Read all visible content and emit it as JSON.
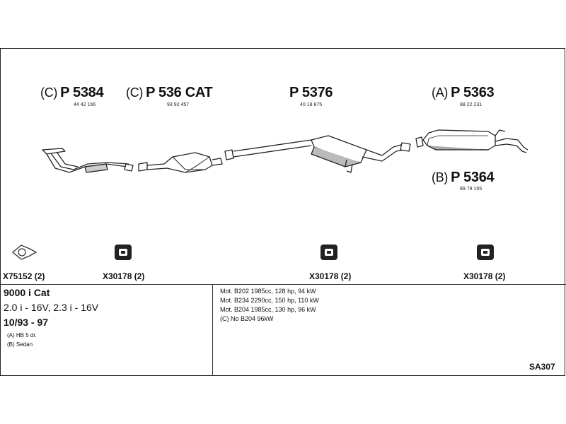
{
  "parts": {
    "downpipe": {
      "prefix": "(C)",
      "code": "P 5384",
      "number": "44 42 166"
    },
    "catalyst": {
      "prefix": "(C)",
      "code": "P 536 CAT",
      "number": "93 92 457"
    },
    "middle": {
      "prefix": "",
      "code": "P 5376",
      "number": "40 18 875"
    },
    "rear_a": {
      "prefix": "(A)",
      "code": "P 5363",
      "number": "88 22 231"
    },
    "rear_b": {
      "prefix": "(B)",
      "code": "P 5364",
      "number": "89 79 155"
    }
  },
  "fittings": {
    "gasket": "X75152 (2)",
    "clamp_1": "X30178 (2)",
    "clamp_2": "X30178 (2)",
    "clamp_3": "X30178 (2)"
  },
  "vehicle": {
    "model": "9000 i Cat",
    "variant": "2.0 i - 16V, 2.3 i - 16V",
    "years": "10/93 - 97",
    "body_a": "(A) HB 5 dr.",
    "body_b": "(B) Sedan"
  },
  "engines": [
    "Mot. B202 1985cc, 128 hp, 94 kW",
    "Mot. B234 2290cc, 150 hp, 110 kW",
    "Mot. B204 1985cc, 130 hp, 96 kW",
    "(C) No B204 96kW"
  ],
  "reference": "SA307"
}
